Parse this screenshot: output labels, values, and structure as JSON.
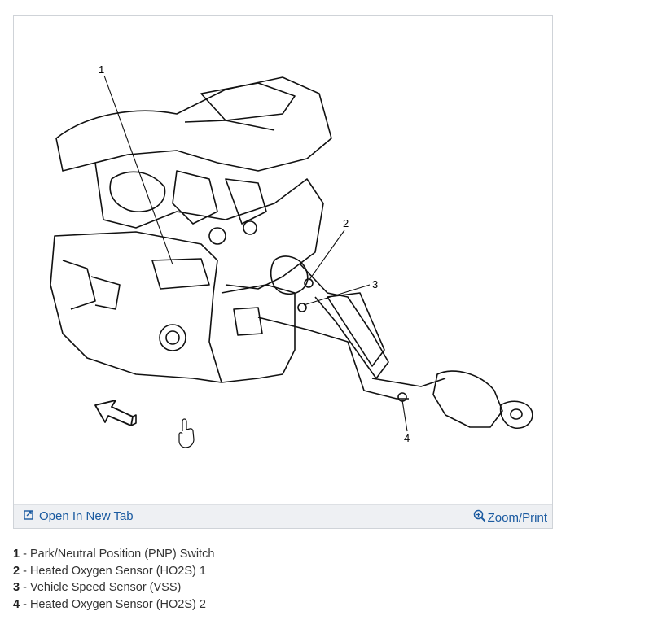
{
  "toolbar": {
    "open_tab_label": "Open In New Tab",
    "zoom_label": "Zoom/Print",
    "open_tab_icon": "open-in-new-tab-icon",
    "zoom_icon": "magnifier-plus-icon",
    "link_color": "#1a5aa0"
  },
  "callouts": [
    "1",
    "2",
    "3",
    "4"
  ],
  "legend": [
    {
      "num": "1",
      "text": " - Park/Neutral Position (PNP) Switch"
    },
    {
      "num": "2",
      "text": " - Heated Oxygen Sensor (HO2S) 1"
    },
    {
      "num": "3",
      "text": " - Vehicle Speed Sensor (VSS)"
    },
    {
      "num": "4",
      "text": " - Heated Oxygen Sensor (HO2S) 2"
    }
  ]
}
